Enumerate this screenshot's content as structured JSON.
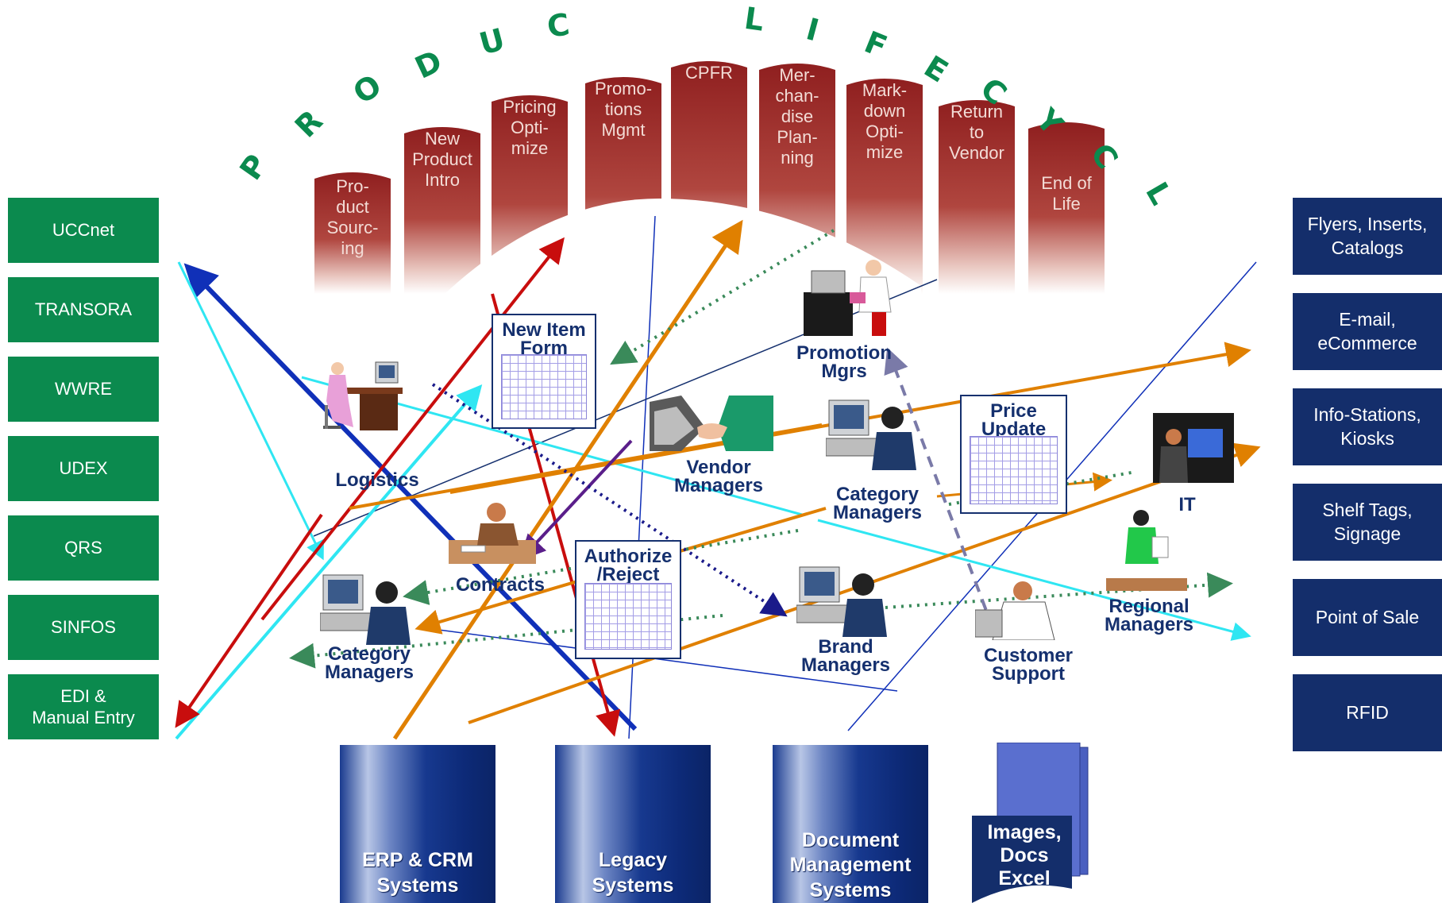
{
  "lifecycle": {
    "title": "PRODUCT LIFECYCLE",
    "stages": [
      [
        "Pro-",
        "duct",
        "Sourc-",
        "ing"
      ],
      [
        "New",
        "Product",
        "Intro"
      ],
      [
        "Pricing",
        "Opti-",
        "mize"
      ],
      [
        "Promo-",
        "tions",
        "Mgmt"
      ],
      [
        "CPFR"
      ],
      [
        "Mer-",
        "chan-",
        "dise",
        "Plan-",
        "ning"
      ],
      [
        "Mark-",
        "down",
        "Opti-",
        "mize"
      ],
      [
        "Return",
        "to",
        "Vendor"
      ],
      [
        "End of",
        "Life"
      ]
    ],
    "colors": {
      "bar": "#a32a2a",
      "letters": "#0b8a4e"
    }
  },
  "sources": [
    "UCCnet",
    "TRANSORA",
    "WWRE",
    "UDEX",
    "QRS",
    "SINFOS",
    "EDI &\nManual Entry"
  ],
  "channels": [
    "Flyers, Inserts,\nCatalogs",
    "E-mail,\neCommerce",
    "Info-Stations,\nKiosks",
    "Shelf Tags,\nSignage",
    "Point of Sale",
    "RFID"
  ],
  "roles": {
    "logistics": "Logistics",
    "contracts": "Contracts",
    "vendor_managers": "Vendor\nManagers",
    "promotion_mgrs": "Promotion\nMgrs",
    "category_managers_center": "Category\nManagers",
    "category_managers_left": "Category\nManagers",
    "brand_managers": "Brand\nManagers",
    "customer_support": "Customer\nSupport",
    "it": "IT",
    "regional_managers": "Regional\nManagers"
  },
  "forms": {
    "new_item_form": "New Item\nForm",
    "authorize_reject": "Authorize\n/Reject",
    "price_update": "Price\nUpdate"
  },
  "systems": {
    "erp_crm": "ERP & CRM\nSystems",
    "legacy": "Legacy\nSystems",
    "document_mgmt": "Document\nManagement\nSystems",
    "images_docs": "Images,\nDocs\nExcel"
  },
  "colors": {
    "source_green": "#0b8a4e",
    "channel_navy": "#142e6b",
    "label_navy": "#15306e",
    "arrow_red": "#c80d0d",
    "arrow_orange": "#e08000",
    "arrow_blue": "#1030b8",
    "arrow_cyan": "#2fe6f2",
    "arrow_green_dotted": "#3a8a5a",
    "arrow_purple": "#5a1e8a"
  }
}
